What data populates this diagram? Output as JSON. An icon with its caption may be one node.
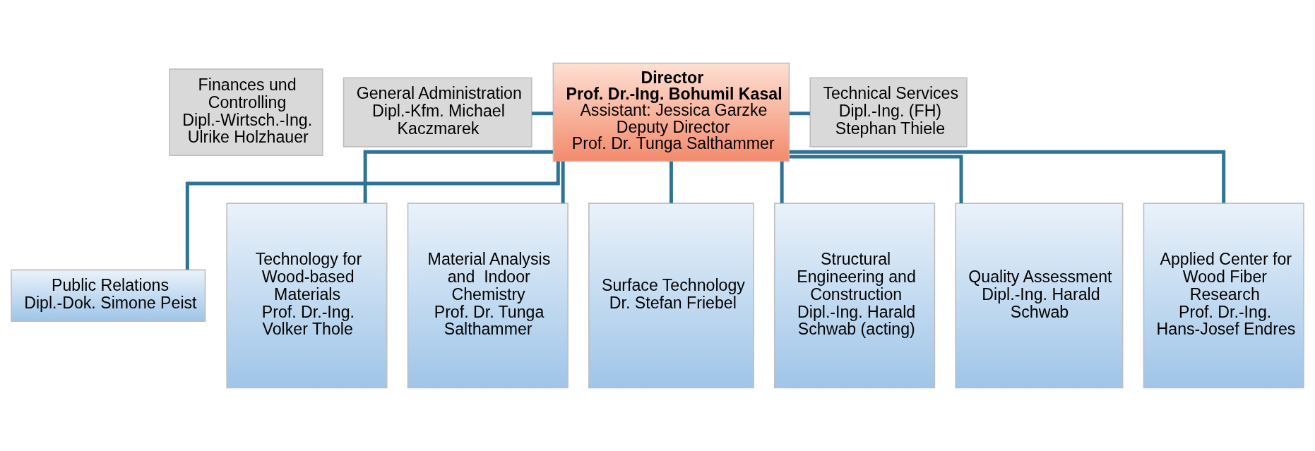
{
  "diagram": {
    "nodes": [
      {
        "text": [
          "Finances und Controlling",
          "Dipl.-Wirtsch.-Ing. Ulrike Holzhauer"
        ]
      },
      {
        "text": [
          "General Administration",
          "Dipl.-Kfm. Michael Kaczmarek"
        ]
      },
      {
        "text": [
          "Director",
          "Prof. Dr.-Ing. Bohumil Kasal",
          "Assistant: Jessica Garzke",
          "Deputy Director",
          "Prof. Dr. Tunga Salthammer"
        ]
      },
      {
        "text": [
          "Technical Services",
          "Dipl.-Ing. (FH) Stephan Thiele"
        ]
      },
      {
        "text": [
          "Public Relations",
          "Dipl.-Dok. Simone Peist"
        ]
      },
      {
        "text": [
          "Technology for Wood-based Materials",
          "Prof. Dr.-Ing. Volker Thole"
        ]
      },
      {
        "text": [
          "Material Analysis and  Indoor Chemistry",
          "Prof. Dr. Tunga Salthammer"
        ]
      },
      {
        "text": [
          "Surface Technology",
          "Dr. Stefan Friebel"
        ]
      },
      {
        "text": [
          "Structural Engineering and Construction",
          "Dipl.-Ing. Harald Schwab (acting)"
        ]
      },
      {
        "text": [
          "Quality Assessment",
          "Dipl.-Ing. Harald Schwab"
        ]
      },
      {
        "text": [
          "Applied Center for Wood Fiber Research",
          "Prof. Dr.-Ing. Hans-Josef Endres"
        ]
      }
    ],
    "edges": [
      {
        "from": 2,
        "to": 1,
        "arrow": "none"
      },
      {
        "from": 2,
        "to": 3,
        "arrow": "none"
      },
      {
        "from": 2,
        "to": 4,
        "arrow": "none"
      },
      {
        "from": 2,
        "to": 5,
        "arrow": "none"
      },
      {
        "from": 2,
        "to": 6,
        "arrow": "none"
      },
      {
        "from": 2,
        "to": 7,
        "arrow": "none"
      },
      {
        "from": 2,
        "to": 8,
        "arrow": "none"
      },
      {
        "from": 2,
        "to": 9,
        "arrow": "none"
      },
      {
        "from": 2,
        "to": 10,
        "arrow": "none"
      }
    ]
  }
}
